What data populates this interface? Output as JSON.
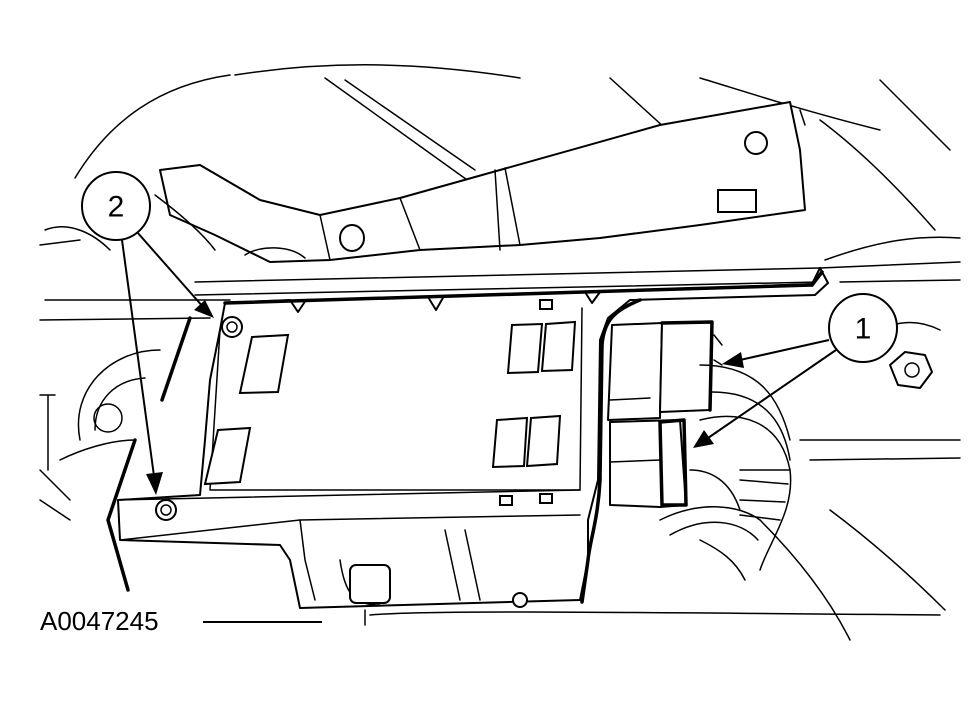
{
  "figure_id": "A0047245",
  "callouts": [
    {
      "label": "1"
    },
    {
      "label": "2"
    }
  ],
  "colors": {
    "line": "#000000",
    "background": "#ffffff"
  }
}
